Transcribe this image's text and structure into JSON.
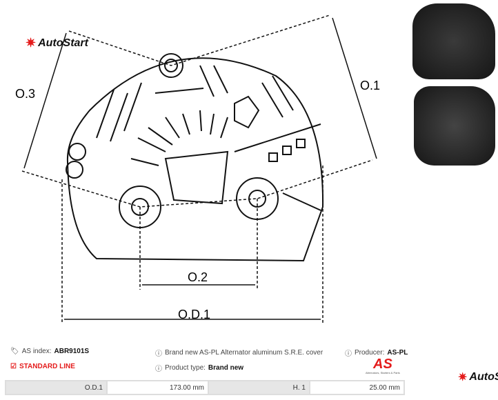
{
  "logo": {
    "text": "AutoStart"
  },
  "drawing": {
    "labels": {
      "o1": "O.1",
      "o2": "O.2",
      "o3": "O.3",
      "od1": "O.D.1"
    }
  },
  "photos": {
    "watermark": "AutoStart"
  },
  "info": {
    "as_index_label": "AS index:",
    "as_index_value": "ABR9101S",
    "description": "Brand new AS-PL Alternator aluminum S.R.E. cover",
    "producer_label": "Producer:",
    "producer_value": "AS-PL",
    "standard_line": "STANDARD LINE",
    "product_type_label": "Product type:",
    "product_type_value": "Brand new",
    "brand_logo": "AS",
    "brand_tagline": "Alternators, Starters & Parts"
  },
  "specs": [
    {
      "label": "O.D.1",
      "value": "173.00 mm"
    },
    {
      "label": "H. 1",
      "value": "25.00 mm"
    }
  ],
  "colors": {
    "accent": "#e41b1b"
  }
}
